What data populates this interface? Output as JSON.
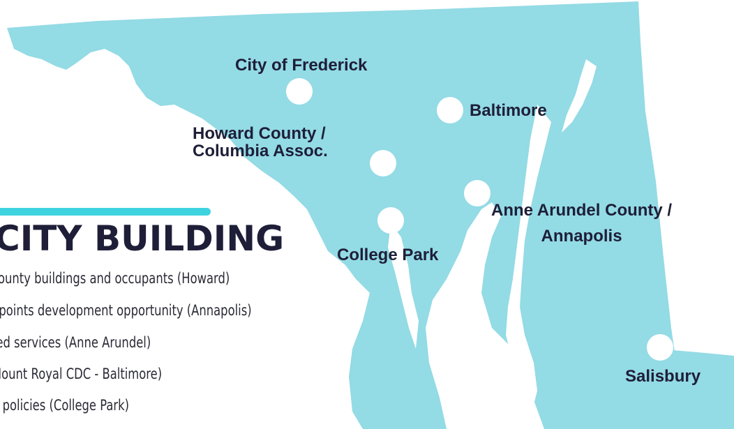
{
  "colors": {
    "map_fill": "#93dbe5",
    "accent": "#3fd3e0",
    "text": "#1e1e38",
    "dot": "#ffffff"
  },
  "map": {
    "cities": [
      {
        "id": "frederick",
        "label": "City of Frederick"
      },
      {
        "id": "baltimore",
        "label": "Baltimore"
      },
      {
        "id": "howard",
        "label_lines": [
          "Howard County /",
          "Columbia Assoc."
        ]
      },
      {
        "id": "anne-arundel",
        "label_lines": [
          "Anne Arundel County /",
          "Annapolis"
        ]
      },
      {
        "id": "college-park",
        "label": "College Park"
      },
      {
        "id": "salisbury",
        "label": "Salisbury"
      }
    ]
  },
  "section": {
    "title": "CITY BUILDING",
    "bullets": [
      "county buildings and occupants (Howard)",
      "npoints development opportunity (Annapolis)",
      "red services (Anne Arundel)",
      "Mount Royal CDC - Baltimore)",
      "d policies (College Park)"
    ]
  }
}
